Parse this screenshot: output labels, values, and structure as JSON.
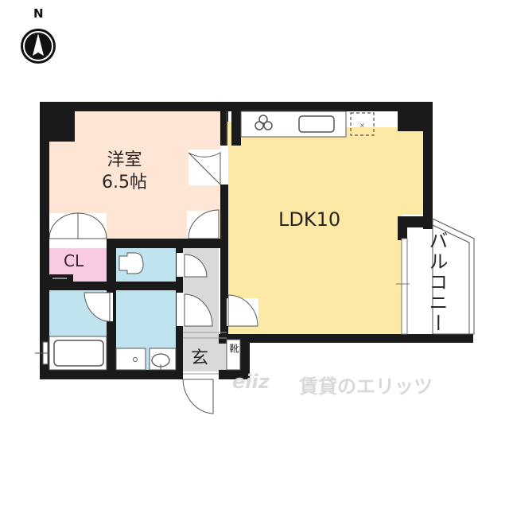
{
  "compass": {
    "letter": "N",
    "icon": "north-arrow-icon"
  },
  "rooms": {
    "western_room": {
      "name": "洋室",
      "size": "6.5帖",
      "color": "#fde6d6"
    },
    "ldk": {
      "name": "LDK10",
      "color": "#fde9a6"
    },
    "closet": {
      "name": "CL",
      "color": "#f8cbe3"
    },
    "toilet": {
      "color": "#bfe3ef"
    },
    "washroom": {
      "color": "#bfe3ef"
    },
    "bath": {
      "color": "#bfe3ef"
    },
    "balcony": {
      "name": "バルコニー"
    },
    "entrance": {
      "name": "玄",
      "color": "#d9d9d9"
    },
    "shoe_box": {
      "name": "靴"
    },
    "hallway": {
      "color": "#d9d9d9"
    }
  },
  "kitchen": {
    "stove_icon": "three-burner-stove-icon",
    "sink_icon": "kitchen-sink-icon",
    "fridge_icon": "refrigerator-space-icon"
  },
  "watermark": {
    "logo": "eiiz",
    "text": "賃貸のエリッツ"
  },
  "colors": {
    "wall": "#1a1a1a",
    "fixture_line": "#555555"
  }
}
